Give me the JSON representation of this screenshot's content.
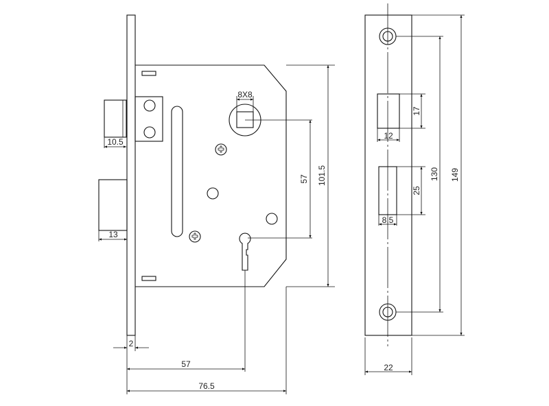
{
  "lock_body": {
    "spindle_label": "8X8",
    "latch_projection": "10.5",
    "deadbolt_projection": "13",
    "faceplate_thickness": "2",
    "centre_distance": "57",
    "backset": "57",
    "overall_depth": "76.5",
    "case_height": "101.5"
  },
  "strike_plate": {
    "latch_hole_height": "17",
    "latch_hole_width": "12",
    "bolt_hole_height": "25",
    "bolt_hole_width": "8.5",
    "screw_distance": "130",
    "overall_height": "149",
    "width": "22"
  },
  "colors": {
    "line": "#111111",
    "background": "#ffffff"
  }
}
